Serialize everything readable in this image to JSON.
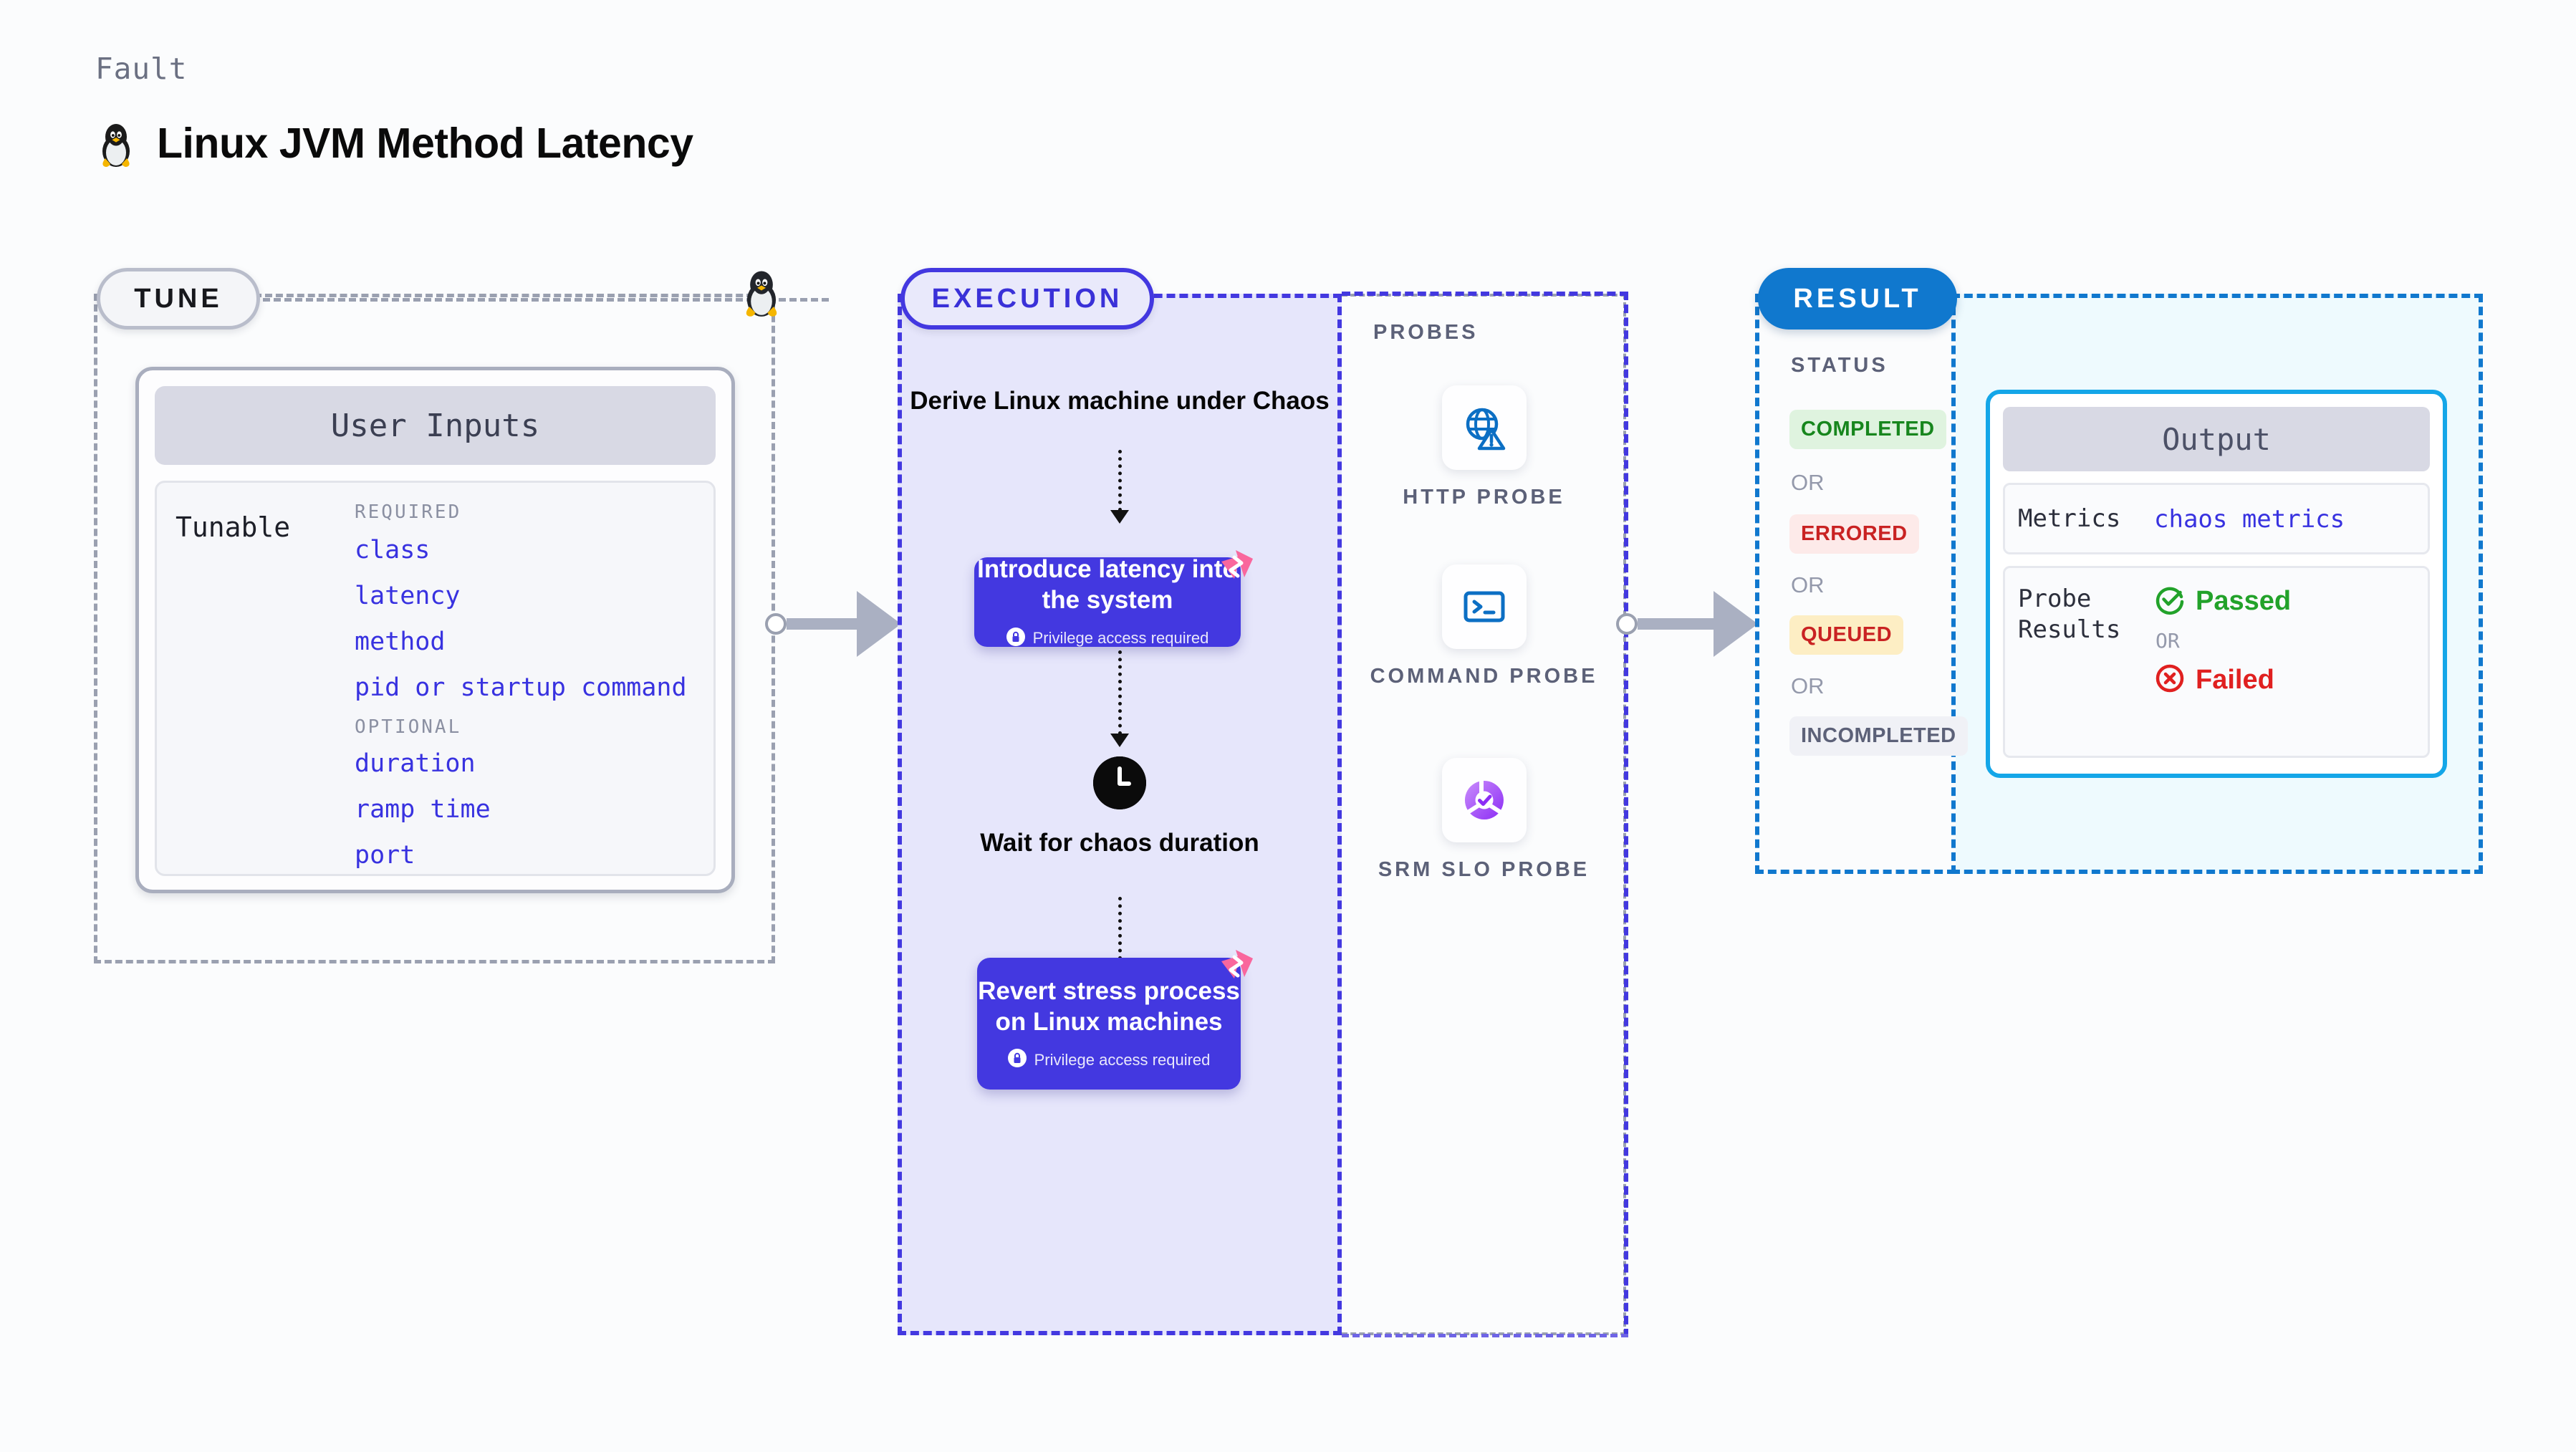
{
  "header": {
    "fault_label": "Fault",
    "title": "Linux JVM Method Latency",
    "icon": "tux-penguin-icon"
  },
  "tune": {
    "badge": "TUNE",
    "icon": "tux-penguin-icon",
    "card": {
      "header": "User Inputs",
      "row_label": "Tunable",
      "groups": [
        {
          "label": "REQUIRED",
          "items": [
            "class",
            "latency",
            "method",
            "pid or startup command"
          ]
        },
        {
          "label": "OPTIONAL",
          "items": [
            "duration",
            "ramp time",
            "port"
          ]
        }
      ]
    }
  },
  "execution": {
    "badge": "EXECUTION",
    "steps": [
      {
        "type": "text",
        "label": "Derive Linux machine under Chaos"
      },
      {
        "type": "box",
        "label": "Introduce latency into the system",
        "privilege": "Privilege access required",
        "privilege_icon": "lock-icon",
        "corner_icon": "litmus-logo-icon"
      },
      {
        "type": "icon-text",
        "icon": "clock-icon",
        "label": "Wait for chaos duration"
      },
      {
        "type": "box",
        "label": "Revert stress process on Linux machines",
        "privilege": "Privilege access required",
        "privilege_icon": "lock-icon",
        "corner_icon": "litmus-logo-icon"
      }
    ]
  },
  "probes": {
    "title": "PROBES",
    "items": [
      {
        "label": "HTTP PROBE",
        "icon": "globe-warning-icon"
      },
      {
        "label": "COMMAND PROBE",
        "icon": "terminal-icon"
      },
      {
        "label": "SRM SLO PROBE",
        "icon": "srm-slo-icon"
      }
    ]
  },
  "result": {
    "badge": "RESULT",
    "status_title": "STATUS",
    "or_label": "OR",
    "statuses": [
      {
        "label": "COMPLETED",
        "bg": "#dff3df",
        "fg": "#17861d"
      },
      {
        "label": "ERRORED",
        "bg": "#fdeae9",
        "fg": "#c92222"
      },
      {
        "label": "QUEUED",
        "bg": "#fdeec4",
        "fg": "#c92222"
      },
      {
        "label": "INCOMPLETED",
        "bg": "#f0f1f6",
        "fg": "#5c6178"
      }
    ],
    "output": {
      "header": "Output",
      "metrics_key": "Metrics",
      "metrics_value": "chaos metrics",
      "probe_key": "Probe Results",
      "or_label": "OR",
      "passed": {
        "label": "Passed",
        "icon": "check-circle-icon",
        "color": "#22a22a"
      },
      "failed": {
        "label": "Failed",
        "icon": "x-circle-icon",
        "color": "#e02020"
      }
    }
  },
  "colors": {
    "accent_purple": "#4338e0",
    "accent_blue": "#1078ce",
    "accent_cyan": "#14a6e8",
    "litmus_pink": "#f9679d",
    "tunable_link": "#3832e0"
  }
}
